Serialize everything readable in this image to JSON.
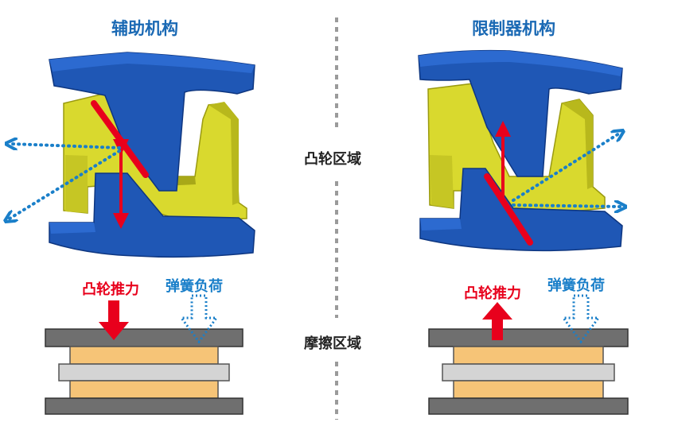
{
  "titles": {
    "left": "辅助机构",
    "right": "限制器机构"
  },
  "zones": {
    "cam": "凸轮区域",
    "friction": "摩擦区域"
  },
  "labels": {
    "left_cam_thrust": "凸轮推力",
    "left_spring_load": "弹簧负荷",
    "right_cam_thrust": "凸轮推力",
    "right_spring_load": "弹簧负荷"
  },
  "colors": {
    "blue_part": "#1f57b5",
    "yellow_part": "#d9d92e",
    "red_arrow": "#e8001c",
    "dotted_arrow": "#1a7fc9",
    "plate_gray": "#6f6f6f",
    "friction_orange": "#f6c477",
    "middle_plate": "#d4d4d4",
    "title_blue": "#1a69b4"
  }
}
